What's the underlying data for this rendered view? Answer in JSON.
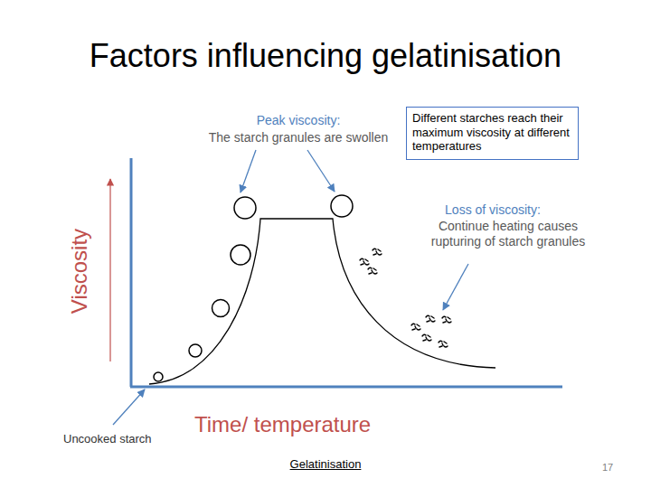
{
  "diagram": {
    "title": "Factors influencing gelatinisation",
    "nodes": [
      {
        "text": [
          "Different starches reach their maximum viscosity at different temperatures"
        ]
      }
    ],
    "labels": [
      "Peak viscosity:",
      "The starch granules are swollen",
      "Viscosity",
      "Loss of viscosity:",
      "Continue heating causes rupturing of starch granules",
      "Uncooked starch",
      "Time/ temperature",
      "Gelatinisation",
      "17"
    ]
  }
}
